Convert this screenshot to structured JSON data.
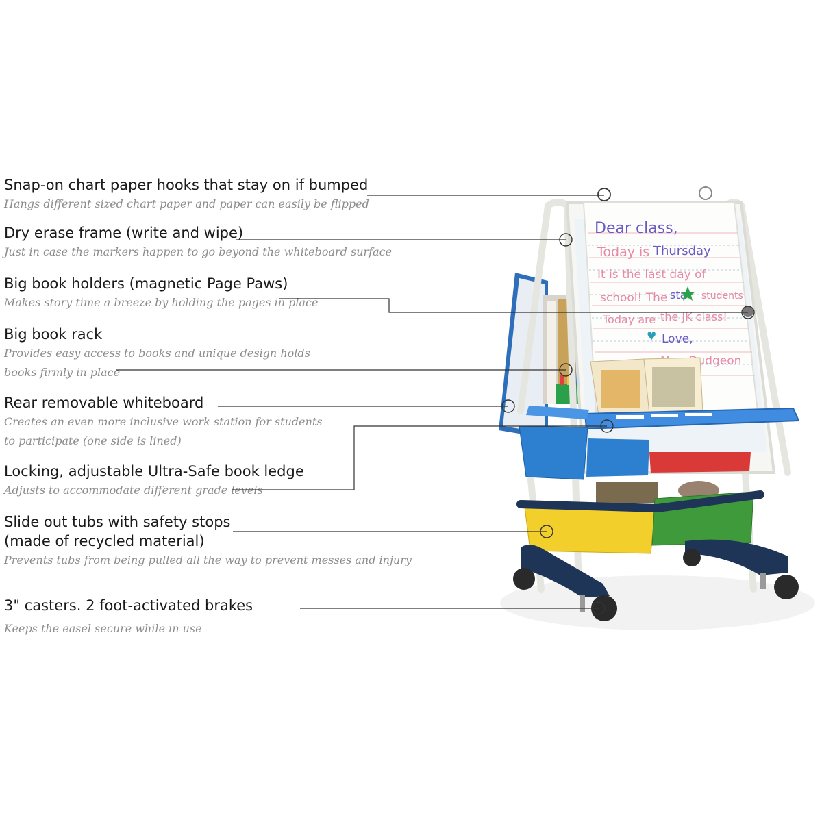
{
  "features": [
    {
      "id": "hooks",
      "title": "Snap-on chart paper hooks that stay on if bumped",
      "desc": [
        "Hangs different sized chart paper and paper can easily be flipped"
      ]
    },
    {
      "id": "frame",
      "title": "Dry erase frame (write and wipe)",
      "desc": [
        "Just in case the markers happen to go beyond the whiteboard surface"
      ]
    },
    {
      "id": "holders",
      "title": "Big book holders (magnetic Page Paws)",
      "desc": [
        "Makes story time a breeze by holding the pages in place"
      ]
    },
    {
      "id": "rack",
      "title": "Big book rack",
      "desc": [
        "Provides easy access to books and unique design holds",
        "books firmly in place"
      ]
    },
    {
      "id": "rear",
      "title": "Rear removable whiteboard",
      "desc": [
        "Creates an even more inclusive work station for students",
        "to participate (one side is lined)"
      ]
    },
    {
      "id": "ledge",
      "title": "Locking, adjustable Ultra-Safe book ledge",
      "desc": [
        "Adjusts to accommodate different grade levels"
      ]
    },
    {
      "id": "tubs",
      "title": "Slide out tubs with safety stops",
      "title2": "(made of recycled material)",
      "desc": [
        "Prevents tubs from being pulled all the way to prevent messes and injury"
      ]
    },
    {
      "id": "casters",
      "title": "3\" casters. 2 foot-activated brakes",
      "desc": [
        "Keeps the easel secure while in use"
      ]
    }
  ],
  "board_text": {
    "line1": "Dear class,",
    "line2a": "Today is",
    "line2b": "Thursday",
    "line3": "It is the last day of",
    "line4a": "school! The",
    "line4b": "star",
    "line4c": "students",
    "line5a": "Today are",
    "line5b": "the JK class!",
    "line6": "Love,",
    "line7": "Mrs. Dudgeon"
  },
  "colors": {
    "frame": "#eeeeea",
    "blue": "#2d7fd0",
    "red": "#d93a38",
    "yellow": "#f2cf2a",
    "green": "#3e9a3a",
    "navy": "#1e3557",
    "line": "#333333",
    "marker_purple": "#6a5bc4",
    "marker_pink": "#e68aa6"
  }
}
